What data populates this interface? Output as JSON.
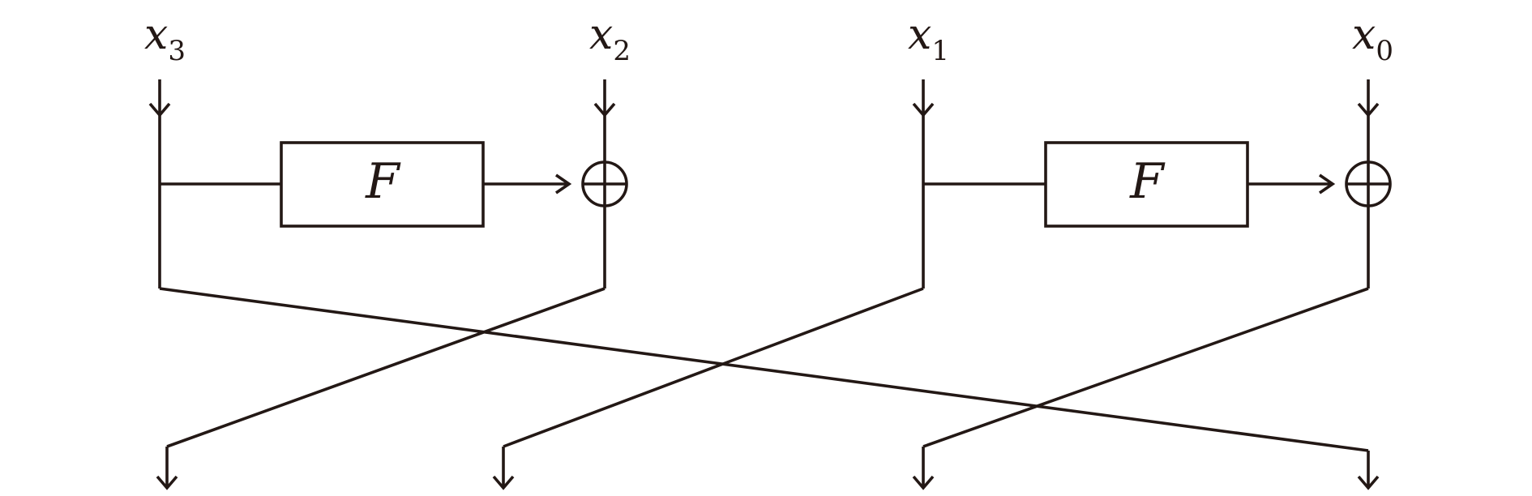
{
  "diagram": {
    "inputs": [
      {
        "symbol": "x",
        "subscript": "3"
      },
      {
        "symbol": "x",
        "subscript": "2"
      },
      {
        "symbol": "x",
        "subscript": "1"
      },
      {
        "symbol": "x",
        "subscript": "0"
      }
    ],
    "functions": [
      {
        "label": "F"
      },
      {
        "label": "F"
      }
    ],
    "xor_operators": 2,
    "colors": {
      "stroke": "#231815",
      "background": "#ffffff"
    }
  }
}
